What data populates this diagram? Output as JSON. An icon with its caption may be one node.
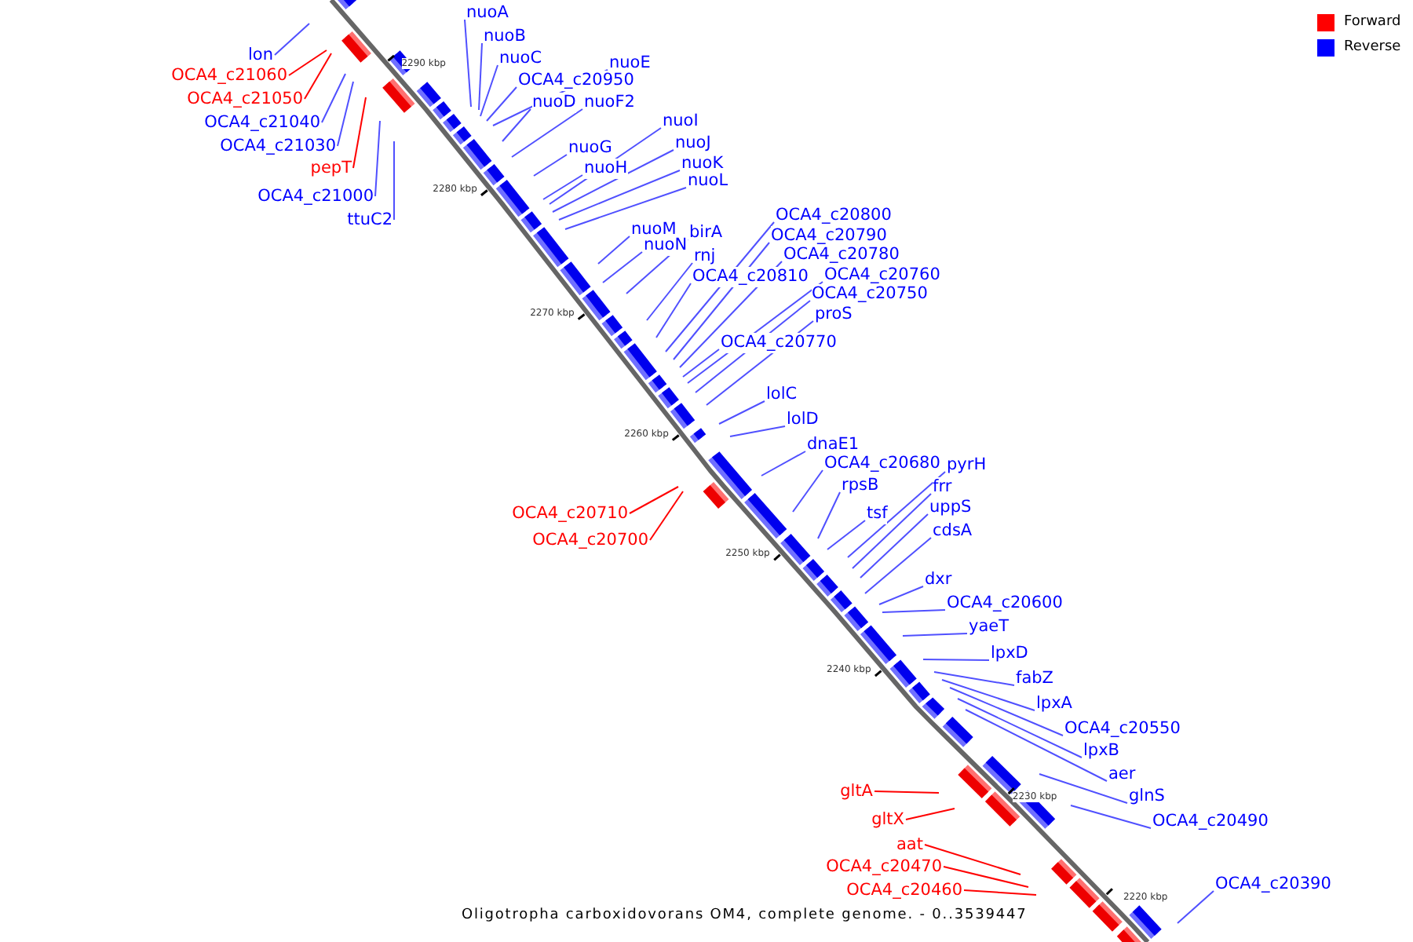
{
  "diagram": {
    "caption": "Oligotropha carboxidovorans OM4, complete genome. - 0..3539447",
    "nodes": [
      {
        "text": [
          "nuoA"
        ]
      },
      {
        "text": [
          "nuoB"
        ]
      },
      {
        "text": [
          "lon"
        ]
      },
      {
        "text": [
          "nuoC"
        ]
      },
      {
        "text": [
          "nuoE"
        ]
      },
      {
        "text": [
          "OCA4_c21060"
        ]
      },
      {
        "text": [
          "OCA4_c20950"
        ]
      },
      {
        "text": [
          "OCA4_c21050"
        ]
      },
      {
        "text": [
          "nuoD"
        ]
      },
      {
        "text": [
          "nuoF2"
        ]
      },
      {
        "text": [
          "nuoI"
        ]
      },
      {
        "text": [
          "OCA4_c21040"
        ]
      },
      {
        "text": [
          "nuoJ"
        ]
      },
      {
        "text": [
          "OCA4_c21030"
        ]
      },
      {
        "text": [
          "nuoG"
        ]
      },
      {
        "text": [
          "nuoK"
        ]
      },
      {
        "text": [
          "pepT"
        ]
      },
      {
        "text": [
          "nuoH"
        ]
      },
      {
        "text": [
          "nuoL"
        ]
      },
      {
        "text": [
          "OCA4_c21000"
        ]
      },
      {
        "text": [
          "OCA4_c20800"
        ]
      },
      {
        "text": [
          "ttuC2"
        ]
      },
      {
        "text": [
          "nuoM"
        ]
      },
      {
        "text": [
          "birA"
        ]
      },
      {
        "text": [
          "OCA4_c20790"
        ]
      },
      {
        "text": [
          "nuoN"
        ]
      },
      {
        "text": [
          "OCA4_c20780"
        ]
      },
      {
        "text": [
          "rnj"
        ]
      },
      {
        "text": [
          "OCA4_c20760"
        ]
      },
      {
        "text": [
          "OCA4_c20810"
        ]
      },
      {
        "text": [
          "OCA4_c20750"
        ]
      },
      {
        "text": [
          "proS"
        ]
      },
      {
        "text": [
          "OCA4_c20770"
        ]
      },
      {
        "text": [
          "lolC"
        ]
      },
      {
        "text": [
          "lolD"
        ]
      },
      {
        "text": [
          "dnaE1"
        ]
      },
      {
        "text": [
          "OCA4_c20680"
        ]
      },
      {
        "text": [
          "pyrH"
        ]
      },
      {
        "text": [
          "rpsB"
        ]
      },
      {
        "text": [
          "frr"
        ]
      },
      {
        "text": [
          "uppS"
        ]
      },
      {
        "text": [
          "OCA4_c20710"
        ]
      },
      {
        "text": [
          "tsf"
        ]
      },
      {
        "text": [
          "cdsA"
        ]
      },
      {
        "text": [
          "OCA4_c20700"
        ]
      },
      {
        "text": [
          "dxr"
        ]
      },
      {
        "text": [
          "OCA4_c20600"
        ]
      },
      {
        "text": [
          "yaeT"
        ]
      },
      {
        "text": [
          "lpxD"
        ]
      },
      {
        "text": [
          "fabZ"
        ]
      },
      {
        "text": [
          "lpxA"
        ]
      },
      {
        "text": [
          "OCA4_c20550"
        ]
      },
      {
        "text": [
          "lpxB"
        ]
      },
      {
        "text": [
          "aer"
        ]
      },
      {
        "text": [
          "gltA"
        ]
      },
      {
        "text": [
          "glnS"
        ]
      },
      {
        "text": [
          "gltX"
        ]
      },
      {
        "text": [
          "OCA4_c20490"
        ]
      },
      {
        "text": [
          "aat"
        ]
      },
      {
        "text": [
          "OCA4_c20470"
        ]
      },
      {
        "text": [
          "OCA4_c20390"
        ]
      },
      {
        "text": [
          "OCA4_c20460"
        ]
      }
    ],
    "edges": [
      {
        "from": 0,
        "to": null,
        "arrow": "none"
      },
      {
        "from": 1,
        "to": null,
        "arrow": "none"
      },
      {
        "from": 2,
        "to": null,
        "arrow": "none"
      },
      {
        "from": 3,
        "to": null,
        "arrow": "none"
      },
      {
        "from": 4,
        "to": null,
        "arrow": "none"
      },
      {
        "from": 5,
        "to": null,
        "arrow": "none",
        "color": "#ff0000"
      },
      {
        "from": 6,
        "to": null,
        "arrow": "none"
      },
      {
        "from": 7,
        "to": null,
        "arrow": "none",
        "color": "#ff0000"
      },
      {
        "from": 8,
        "to": null,
        "arrow": "none"
      },
      {
        "from": 9,
        "to": null,
        "arrow": "none"
      },
      {
        "from": 10,
        "to": null,
        "arrow": "none"
      },
      {
        "from": 11,
        "to": null,
        "arrow": "none"
      },
      {
        "from": 12,
        "to": null,
        "arrow": "none"
      },
      {
        "from": 13,
        "to": null,
        "arrow": "none"
      },
      {
        "from": 14,
        "to": null,
        "arrow": "none"
      },
      {
        "from": 15,
        "to": null,
        "arrow": "none"
      },
      {
        "from": 16,
        "to": null,
        "arrow": "none",
        "color": "#ff0000"
      },
      {
        "from": 17,
        "to": null,
        "arrow": "none"
      },
      {
        "from": 18,
        "to": null,
        "arrow": "none"
      },
      {
        "from": 19,
        "to": null,
        "arrow": "none"
      },
      {
        "from": 20,
        "to": null,
        "arrow": "none"
      },
      {
        "from": 21,
        "to": null,
        "arrow": "none"
      },
      {
        "from": 22,
        "to": null,
        "arrow": "none"
      },
      {
        "from": 23,
        "to": null,
        "arrow": "none"
      },
      {
        "from": 24,
        "to": null,
        "arrow": "none"
      },
      {
        "from": 25,
        "to": null,
        "arrow": "none"
      },
      {
        "from": 26,
        "to": null,
        "arrow": "none"
      },
      {
        "from": 27,
        "to": null,
        "arrow": "none"
      },
      {
        "from": 28,
        "to": null,
        "arrow": "none"
      },
      {
        "from": 29,
        "to": null,
        "arrow": "none"
      },
      {
        "from": 30,
        "to": null,
        "arrow": "none"
      },
      {
        "from": 31,
        "to": null,
        "arrow": "none"
      },
      {
        "from": 32,
        "to": null,
        "arrow": "none"
      },
      {
        "from": 33,
        "to": null,
        "arrow": "none"
      },
      {
        "from": 34,
        "to": null,
        "arrow": "none"
      },
      {
        "from": 35,
        "to": null,
        "arrow": "none"
      },
      {
        "from": 36,
        "to": null,
        "arrow": "none"
      },
      {
        "from": 37,
        "to": null,
        "arrow": "none"
      },
      {
        "from": 38,
        "to": null,
        "arrow": "none"
      },
      {
        "from": 39,
        "to": null,
        "arrow": "none"
      },
      {
        "from": 40,
        "to": null,
        "arrow": "none"
      },
      {
        "from": 41,
        "to": null,
        "arrow": "none",
        "color": "#ff0000"
      },
      {
        "from": 42,
        "to": null,
        "arrow": "none"
      },
      {
        "from": 43,
        "to": null,
        "arrow": "none"
      },
      {
        "from": 44,
        "to": null,
        "arrow": "none",
        "color": "#ff0000"
      },
      {
        "from": 45,
        "to": null,
        "arrow": "none"
      },
      {
        "from": 46,
        "to": null,
        "arrow": "none"
      },
      {
        "from": 47,
        "to": null,
        "arrow": "none"
      },
      {
        "from": 48,
        "to": null,
        "arrow": "none"
      },
      {
        "from": 49,
        "to": null,
        "arrow": "none"
      },
      {
        "from": 50,
        "to": null,
        "arrow": "none"
      },
      {
        "from": 51,
        "to": null,
        "arrow": "none"
      },
      {
        "from": 52,
        "to": null,
        "arrow": "none"
      },
      {
        "from": 53,
        "to": null,
        "arrow": "none"
      },
      {
        "from": 54,
        "to": null,
        "arrow": "none",
        "color": "#ff0000"
      },
      {
        "from": 55,
        "to": null,
        "arrow": "none"
      },
      {
        "from": 56,
        "to": null,
        "arrow": "none",
        "color": "#ff0000"
      },
      {
        "from": 57,
        "to": null,
        "arrow": "none"
      },
      {
        "from": 58,
        "to": null,
        "arrow": "none",
        "color": "#ff0000"
      },
      {
        "from": 59,
        "to": null,
        "arrow": "none",
        "color": "#ff0000"
      },
      {
        "from": 60,
        "to": null,
        "arrow": "none"
      },
      {
        "from": 61,
        "to": null,
        "arrow": "none",
        "color": "#ff0000"
      }
    ],
    "labels": [
      "2290 kbp",
      "2280 kbp",
      "2270 kbp",
      "2260 kbp",
      "2250 kbp",
      "2240 kbp",
      "2230 kbp",
      "2220 kbp"
    ],
    "legend": [
      {
        "text": "Forward",
        "color": "#ff0000"
      },
      {
        "text": "Reverse",
        "color": "#0000ff"
      }
    ]
  }
}
